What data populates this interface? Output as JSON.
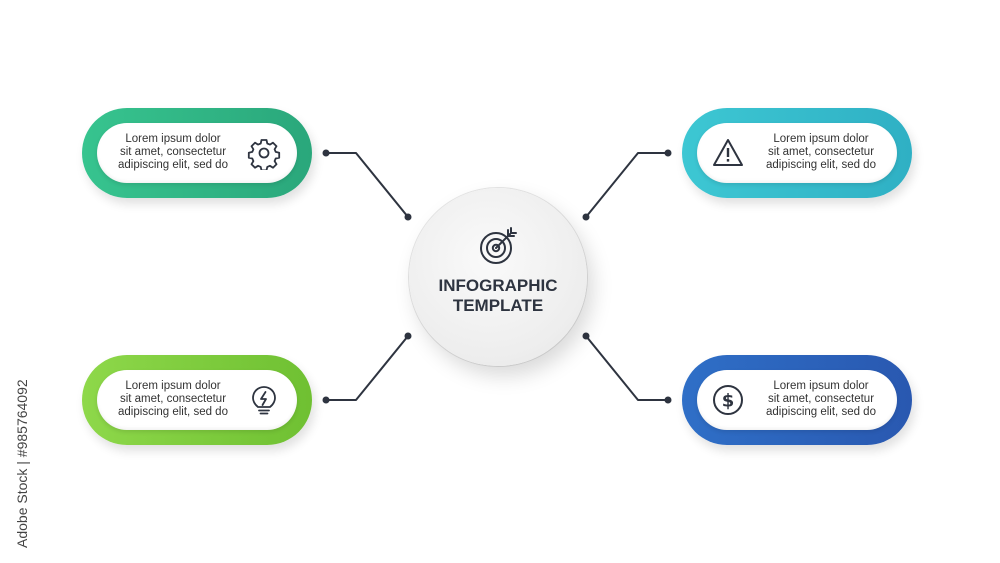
{
  "center": {
    "title_line1": "INFOGRAPHIC",
    "title_line2": "TEMPLATE",
    "icon": "target-icon"
  },
  "items": [
    {
      "id": "top-left",
      "color": "#2fb584",
      "icon": "gear-icon",
      "lines": [
        "Lorem ipsum dolor",
        "sit amet, consectetur",
        "adipiscing elit, sed do"
      ]
    },
    {
      "id": "top-right",
      "color": "#36bccb",
      "icon": "warning-icon",
      "lines": [
        "Lorem ipsum dolor",
        "sit amet, consectetur",
        "adipiscing elit, sed do"
      ]
    },
    {
      "id": "bottom-left",
      "color": "#7ccb3e",
      "icon": "lightbulb-icon",
      "lines": [
        "Lorem ipsum dolor",
        "sit amet, consectetur",
        "adipiscing elit, sed do"
      ]
    },
    {
      "id": "bottom-right",
      "color": "#2c63bb",
      "icon": "dollar-icon",
      "lines": [
        "Lorem ipsum dolor",
        "sit amet, consectetur",
        "adipiscing elit, sed do"
      ]
    }
  ],
  "connector_color": "#2e3440",
  "credit": "Adobe Stock | #985764092"
}
